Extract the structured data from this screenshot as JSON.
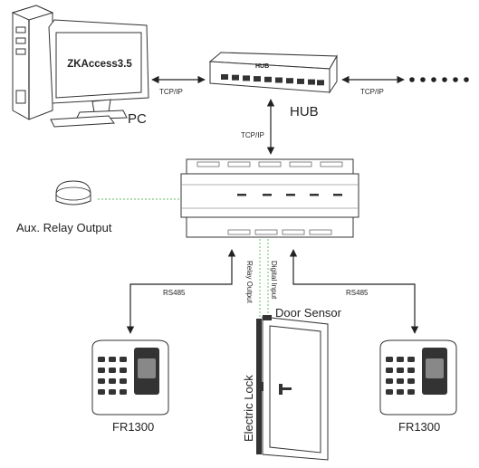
{
  "labels": {
    "app": "ZKAccess3.5",
    "pc": "PC",
    "hub": "HUB",
    "hub_plate": "HUB",
    "tcpip_left": "TCP/IP",
    "tcpip_right": "TCP/IP",
    "tcpip_vertical": "TCP/IP",
    "aux_relay": "Aux. Relay Output",
    "relay_output": "Relay Output",
    "digital_input": "Digital Input",
    "door_sensor": "Door Sensor",
    "electric_lock": "Electric Lock",
    "rs485_left": "RS485",
    "rs485_right": "RS485",
    "reader_left": "FR1300",
    "reader_right": "FR1300"
  },
  "colors": {
    "line": "#222222",
    "relay_line": "#7fc97f",
    "device_fill": "#ffffff",
    "device_stroke": "#333333"
  }
}
